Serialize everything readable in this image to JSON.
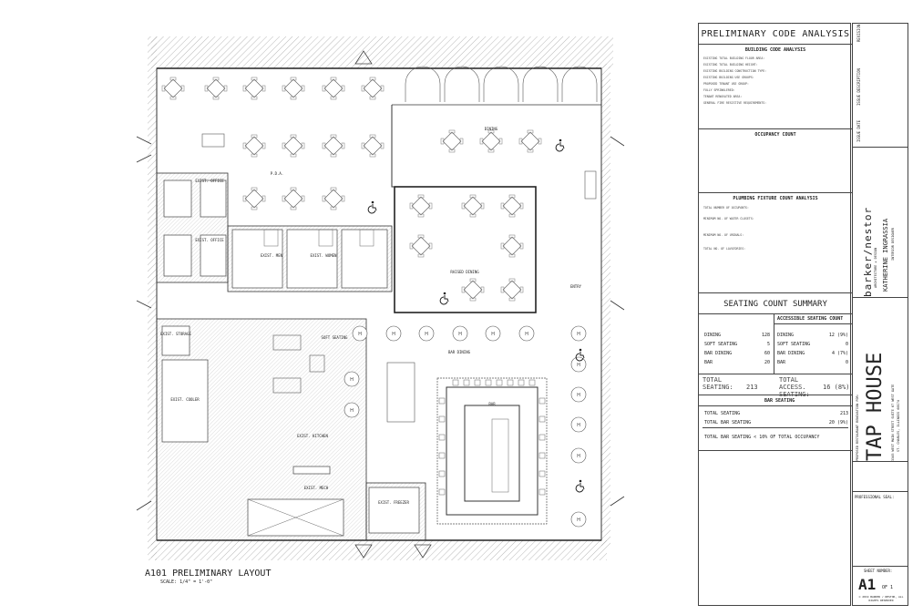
{
  "plan": {
    "rooms": {
      "pda": "P.D.A.",
      "dining": "DINING",
      "raised_dining": "RAISED DINING",
      "bar_dining": "BAR DINING",
      "soft_seating": "SOFT SEATING",
      "bar": "BAR",
      "entry": "ENTRY",
      "exist_office_1": "EXIST. OFFICE",
      "exist_office_2": "EXIST. OFFICE",
      "exist_mens": "EXIST. MEN",
      "exist_womens": "EXIST. WOMEN",
      "exist_storage": "EXIST. STORAGE",
      "exist_cooler": "EXIST. COOLER",
      "exist_kitchen": "EXIST. KITCHEN",
      "exist_freezer": "EXIST. FREEZER",
      "exist_mech": "EXIST. MECH"
    },
    "table_marker": "H"
  },
  "caption": {
    "title": "A101 PRELIMINARY LAYOUT",
    "scale": "SCALE:    1/4\" = 1'-0\""
  },
  "code_panel": {
    "title": "PRELIMINARY CODE ANALYSIS",
    "building_header": "BUILDING CODE ANALYSIS",
    "building_rows": [
      "EXISTING TOTAL BUILDING FLOOR AREA:",
      "EXISTING TOTAL BUILDING HEIGHT:",
      "EXISTING BUILDING CONSTRUCTION TYPE:",
      "EXISTING BUILDING USE GROUPS:",
      "PROPOSED TENANT USE GROUP:",
      "FULLY SPRINKLERED:",
      "TENANT RENOVATED AREA:",
      "GENERAL FIRE RESISTIVE REQUIREMENTS:"
    ],
    "occupancy_header": "OCCUPANCY COUNT",
    "plumbing_header": "PLUMBING FIXTURE COUNT ANALYSIS",
    "plumbing_rows": [
      "TOTAL NUMBER OF OCCUPANTS:",
      "MINIMUM NO. OF WATER CLOSETS:",
      "MINIMUM NO. OF URINALS:",
      "TOTAL NO. OF LAVATORIES:"
    ]
  },
  "seating": {
    "title": "SEATING COUNT SUMMARY",
    "accessible_header": "ACCESSIBLE SEATING COUNT",
    "rows": [
      {
        "label": "DINING",
        "count": "128",
        "acc_label": "DINING",
        "acc_count": "12 (9%)"
      },
      {
        "label": "SOFT SEATING",
        "count": "5",
        "acc_label": "SOFT SEATING",
        "acc_count": "0"
      },
      {
        "label": "BAR DINING",
        "count": "60",
        "acc_label": "BAR DINING",
        "acc_count": "4 (7%)"
      },
      {
        "label": "BAR",
        "count": "20",
        "acc_label": "BAR",
        "acc_count": "0"
      }
    ],
    "total_label": "TOTAL SEATING:",
    "total_value": "213",
    "total_access_label": "TOTAL ACCESS. SEATING:",
    "total_access_value": "16 (8%)",
    "bar_header": "BAR SEATING",
    "bar_rows": [
      {
        "label": "TOTAL SEATING",
        "value": "213"
      },
      {
        "label": "TOTAL BAR SEATING",
        "value": "20 (9%)"
      }
    ],
    "note": "TOTAL BAR SEATING < 10% OF TOTAL OCCUPANCY"
  },
  "titleblock": {
    "firm": "barker/nestor",
    "firm_sub": "ARCHITECTURE + DESIGN",
    "designer": "KATHERINE INGRASSIA",
    "designer_role": "INTERIOR DESIGNER",
    "project_type": "PROPOSED RESTAURANT RENOVATION FOR:",
    "project_name": "TAP HOUSE",
    "address1": "3345 WEST MAIN STREET SUITE 67 WEST GATE",
    "address2": "ST. CHARLES, ILLINOIS 60174",
    "revision": "REVISION",
    "issue_description": "ISSUE DESCRIPTION",
    "issue_date": "ISSUE DATE",
    "professional_seal": "PROFESSIONAL SEAL:",
    "sheet_number_label": "SHEET NUMBER:",
    "sheet_number": "A1",
    "sheet_of": "OF 1",
    "copyright": "© 2019 BARKER / NESTOR, ALL RIGHTS RESERVED"
  }
}
